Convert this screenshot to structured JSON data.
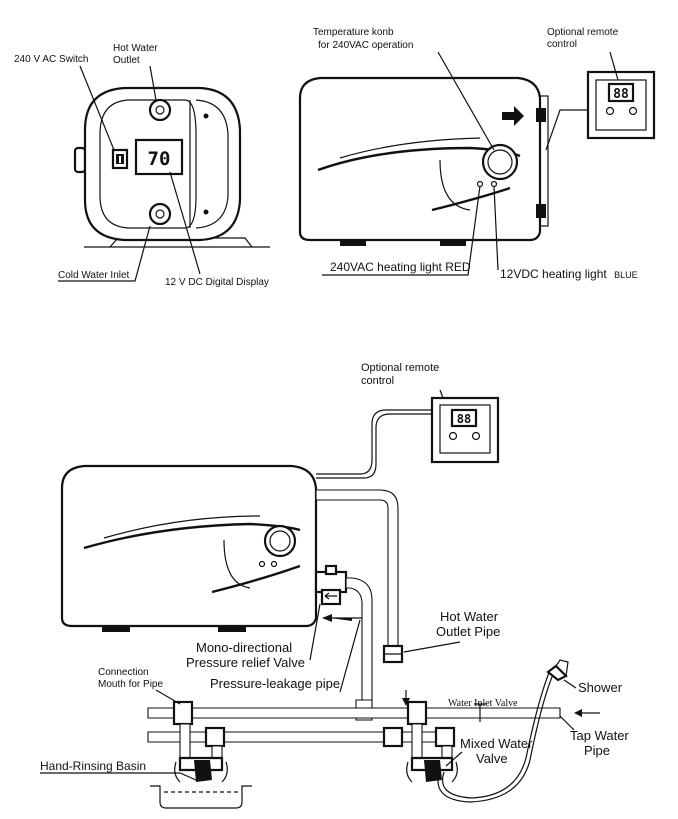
{
  "labels": {
    "switch_240": "240 V AC Switch",
    "hot_outlet_1": "Hot Water",
    "hot_outlet_2": "Outlet",
    "cold_inlet": "Cold Water Inlet",
    "digital_display": "12 V DC Digital Display",
    "display_value": "70",
    "temp_knob_1": "Temperature konb",
    "temp_knob_2": "for 240VAC operation",
    "remote_top_1": "Optional remote",
    "remote_top_2": "control",
    "remote_digits": "88",
    "light_240": "240VAC heating light RED",
    "light_12_main": "12VDC heating light",
    "light_12_color": "BLUE",
    "remote_bottom_1": "Optional remote",
    "remote_bottom_2": "control",
    "hot_pipe_1": "Hot Water",
    "hot_pipe_2": "Outlet Pipe",
    "mono_1": "Mono-directional",
    "mono_2": "Pressure relief Valve",
    "connection_1": "Connection",
    "connection_2": "Mouth for Pipe",
    "leakage": "Pressure-leakage pipe",
    "water_inlet_valve": "Water Inlet Valve",
    "shower": "Shower",
    "mixed_1": "Mixed Water",
    "mixed_2": "Valve",
    "tap_1": "Tap Water",
    "tap_2": "Pipe",
    "basin": "Hand-Rinsing Basin"
  }
}
